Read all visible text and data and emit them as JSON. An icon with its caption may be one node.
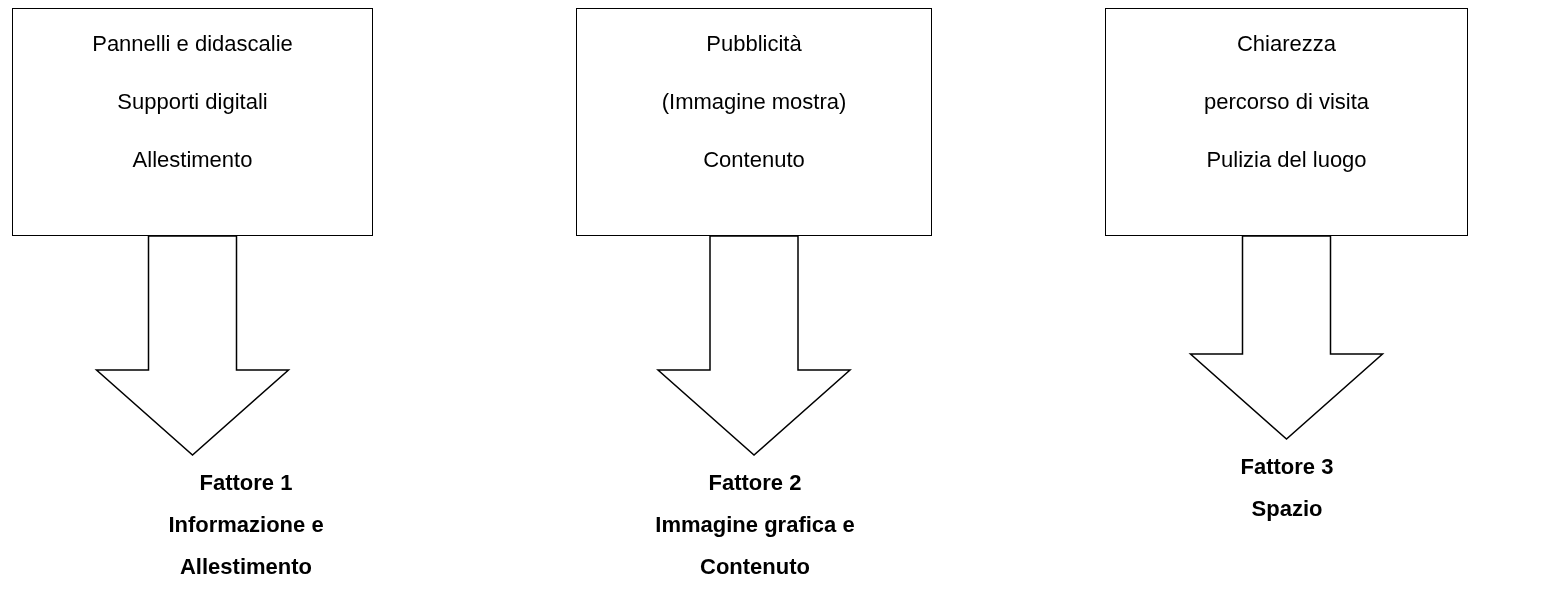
{
  "diagram": {
    "nodes": [
      {
        "text": [
          "Pannelli e didascalie",
          "Supporti digitali",
          "Allestimento"
        ]
      },
      {
        "text": [
          "Pubblicità",
          "(Immagine mostra)",
          "Contenuto"
        ]
      },
      {
        "text": [
          "Chiarezza",
          "percorso di visita",
          "Pulizia del luogo"
        ]
      },
      {
        "text": [
          "Fattore 1",
          "Informazione e Allestimento"
        ]
      },
      {
        "text": [
          "Fattore 2",
          "Immagine grafica e Contenuto"
        ]
      },
      {
        "text": [
          "Fattore 3",
          "Spazio"
        ]
      }
    ],
    "edges": [
      {
        "from": 0,
        "to": 3,
        "arrow": "to"
      },
      {
        "from": 1,
        "to": 4,
        "arrow": "to"
      },
      {
        "from": 2,
        "to": 5,
        "arrow": "to"
      }
    ]
  }
}
